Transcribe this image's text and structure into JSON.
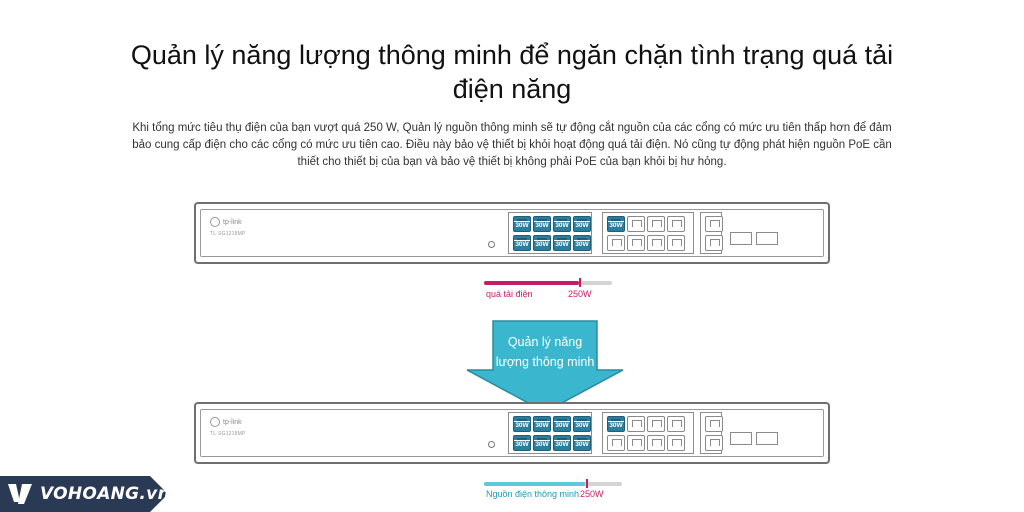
{
  "header": {
    "title": "Quản lý năng lượng thông minh để ngăn chặn tình trạng quá tải điện năng",
    "description": "Khi tổng mức tiêu thụ điện của bạn vượt quá 250 W, Quản lý nguồn thông minh sẽ tự động cắt nguồn của các cổng có mức ưu tiên thấp hơn để đảm bảo cung cấp điện cho các cổng có mức ưu tiên cao. Điều này bảo vệ thiết bị khỏi hoạt động quá tải điện. Nó cũng tự động phát hiện nguồn PoE cần thiết cho thiết bị của bạn và bảo vệ thiết bị không phải PoE của bạn khỏi bị hư hỏng."
  },
  "switch": {
    "brand": "tp-link",
    "model": "TL-SG1218MP",
    "poe_port_label": "30W"
  },
  "top_diagram": {
    "bar_label": "quá tải điện",
    "limit_label": "250W",
    "fill_fraction": 0.74,
    "tick_fraction": 0.74
  },
  "arrow": {
    "text": "Quản lý năng lượng thông minh"
  },
  "bottom_diagram": {
    "bar_label": "Nguồn điện thông minh",
    "limit_label": "250W",
    "fill_fraction": 0.73,
    "tick_fraction": 0.74
  },
  "watermark": {
    "text": "VOHOANG.vn"
  },
  "colors": {
    "overload": "#c71c63",
    "smart": "#5ec9dd",
    "poe_port": "#2b7e9e",
    "arrow": "#3bb6cf"
  }
}
